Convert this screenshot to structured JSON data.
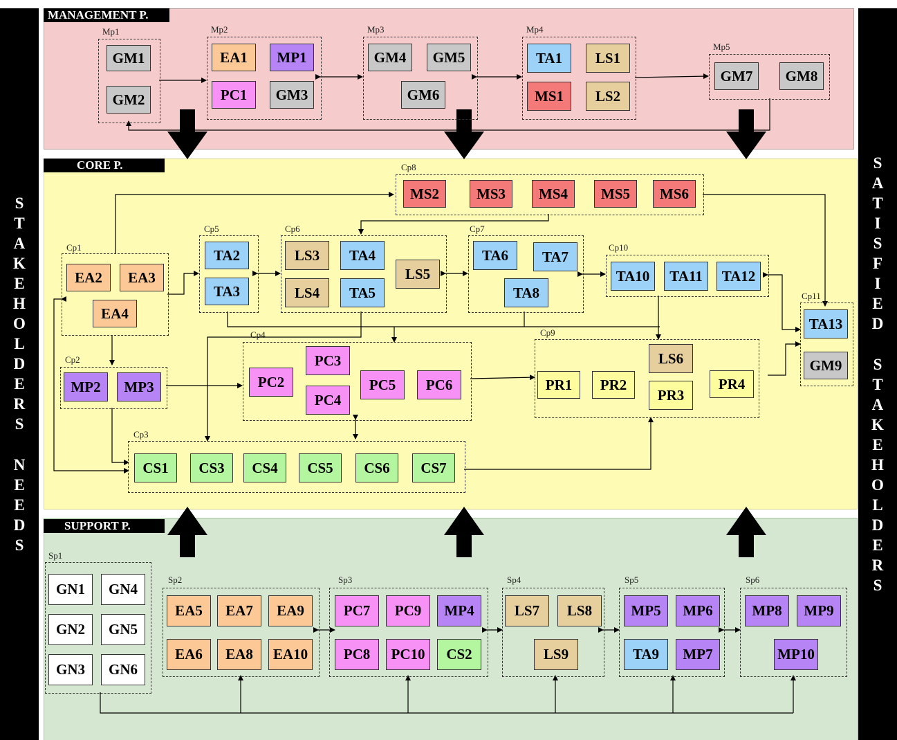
{
  "left_bar": {
    "line1": [
      "S",
      "T",
      "A",
      "K",
      "E",
      "H",
      "O",
      "L",
      "D",
      "E",
      "R",
      "S"
    ],
    "line2": [
      "N",
      "E",
      "E",
      "D",
      "S"
    ]
  },
  "right_bar": {
    "line1": [
      "S",
      "A",
      "T",
      "I",
      "S",
      "F",
      "I",
      "E",
      "D"
    ],
    "line2": [
      "S",
      "T",
      "A",
      "K",
      "E",
      "H",
      "O",
      "L",
      "D",
      "E",
      "R",
      "S"
    ]
  },
  "lanes": {
    "management": "MANAGEMENT P.",
    "core": "CORE P.",
    "support": "SUPPORT P."
  },
  "colors": {
    "GM": "#c8c8c8",
    "EA": "#fbc896",
    "MP": "#b784f5",
    "PC": "#f891f6",
    "TA": "#9cd2f8",
    "LS": "#e6cf9c",
    "MS": "#f47a7a",
    "CS": "#b4f5a0",
    "PR": "#fdfd9e",
    "GN": "#ffffff",
    "management_bg": "#f5cbcb",
    "core_bg": "#fdfbb4",
    "support_bg": "#d5e7d1"
  },
  "groups": {
    "Mp1": [
      "GM1",
      "GM2"
    ],
    "Mp2": [
      "EA1",
      "MP1",
      "PC1",
      "GM3"
    ],
    "Mp3": [
      "GM4",
      "GM5",
      "GM6"
    ],
    "Mp4": [
      "TA1",
      "LS1",
      "MS1",
      "LS2"
    ],
    "Mp5": [
      "GM7",
      "GM8"
    ],
    "Cp1": [
      "EA2",
      "EA3",
      "EA4"
    ],
    "Cp2": [
      "MP2",
      "MP3"
    ],
    "Cp3": [
      "CS1",
      "CS3",
      "CS4",
      "CS5",
      "CS6",
      "CS7"
    ],
    "Cp4": [
      "PC2",
      "PC3",
      "PC4",
      "PC5",
      "PC6"
    ],
    "Cp5": [
      "TA2",
      "TA3"
    ],
    "Cp6": [
      "LS3",
      "TA4",
      "LS5",
      "LS4",
      "TA5"
    ],
    "Cp7": [
      "TA6",
      "TA7",
      "TA8"
    ],
    "Cp8": [
      "MS2",
      "MS3",
      "MS4",
      "MS5",
      "MS6"
    ],
    "Cp9": [
      "PR1",
      "PR2",
      "LS6",
      "PR3",
      "PR4"
    ],
    "Cp10": [
      "TA10",
      "TA11",
      "TA12"
    ],
    "Cp11": [
      "TA13",
      "GM9"
    ],
    "Sp1": [
      "GN1",
      "GN4",
      "GN2",
      "GN5",
      "GN3",
      "GN6"
    ],
    "Sp2": [
      "EA5",
      "EA7",
      "EA9",
      "EA6",
      "EA8",
      "EA10"
    ],
    "Sp3": [
      "PC7",
      "PC9",
      "MP4",
      "PC8",
      "PC10",
      "CS2"
    ],
    "Sp4": [
      "LS7",
      "LS8",
      "LS9"
    ],
    "Sp5": [
      "MP5",
      "MP6",
      "TA9",
      "MP7"
    ],
    "Sp6": [
      "MP8",
      "MP9",
      "MP10"
    ]
  }
}
